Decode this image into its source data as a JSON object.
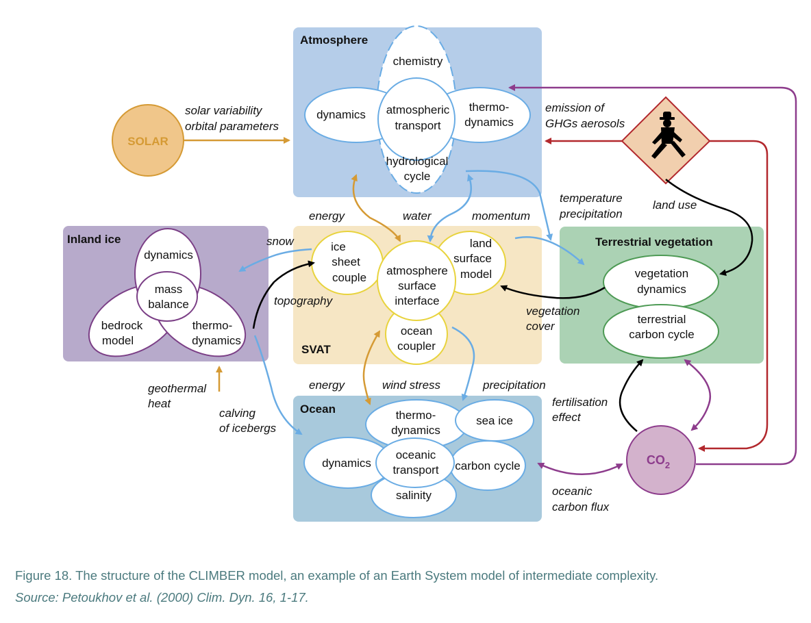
{
  "colors": {
    "atmosphere": "#b5cde9",
    "svat": "#f6e6c4",
    "inland_ice": "#b7aacb",
    "terrestrial": "#abd2b4",
    "ocean": "#a8c9dc",
    "solar": "#f0c68a",
    "co2": "#d3b2cc",
    "human": "#f1cfae",
    "blue_arrow": "#6aace4",
    "orange_arrow": "#d59a34",
    "purple_arrow": "#8d3c8c",
    "red_arrow": "#b2282d",
    "black_arrow": "#000000"
  },
  "boxes": {
    "atmosphere": {
      "title": "Atmosphere",
      "chemistry": "chemistry",
      "dynamics": "dynamics",
      "transport": [
        "atmospheric",
        "transport"
      ],
      "thermo": [
        "thermo-",
        "dynamics"
      ],
      "hydro": [
        "hydrological",
        "cycle"
      ]
    },
    "svat": {
      "title": "SVAT",
      "ice_sheet": [
        "ice",
        "sheet",
        "couple"
      ],
      "interface": [
        "atmosphere",
        "surface",
        "interface"
      ],
      "land": [
        "land",
        "surface",
        "model"
      ],
      "ocean_coupler": [
        "ocean",
        "coupler"
      ]
    },
    "inland_ice": {
      "title": "Inland ice",
      "dynamics": "dynamics",
      "mass_balance": [
        "mass",
        "balance"
      ],
      "bedrock": [
        "bedrock",
        "model"
      ],
      "thermo": [
        "thermo-",
        "dynamics"
      ]
    },
    "terrestrial": {
      "title": "Terrestrial vegetation",
      "vegetation": [
        "vegetation",
        "dynamics"
      ],
      "carbon": [
        "terrestrial",
        "carbon cycle"
      ]
    },
    "ocean": {
      "title": "Ocean",
      "thermo": [
        "thermo-",
        "dynamics"
      ],
      "sea_ice": "sea ice",
      "dynamics": "dynamics",
      "transport": [
        "oceanic",
        "transport"
      ],
      "carbon": "carbon cycle",
      "salinity": "salinity"
    }
  },
  "nodes": {
    "solar": "SOLAR",
    "co2": "CO",
    "co2_sub": "2"
  },
  "labels": {
    "solar": [
      "solar variability",
      "orbital parameters"
    ],
    "emission": [
      "emission of",
      "GHGs aerosols"
    ],
    "land_use": "land use",
    "temperature": [
      "temperature",
      "precipitation"
    ],
    "energy_top": "energy",
    "water": "water",
    "momentum": "momentum",
    "snow": "snow",
    "topography": "topography",
    "vegetation_cover": [
      "vegetation",
      "cover"
    ],
    "geothermal": [
      "geothermal",
      "heat"
    ],
    "calving": [
      "calving",
      "of icebergs"
    ],
    "energy_bottom": "energy",
    "wind_stress": "wind stress",
    "precipitation": "precipitation",
    "fertilisation": [
      "fertilisation",
      "effect"
    ],
    "oceanic_flux": [
      "oceanic",
      "carbon flux"
    ]
  },
  "caption": "Figure 18. The structure of the CLIMBER model, an example of an Earth System model of intermediate complexity.",
  "source": "Source: Petoukhov et al. (2000) Clim. Dyn. 16, 1-17."
}
